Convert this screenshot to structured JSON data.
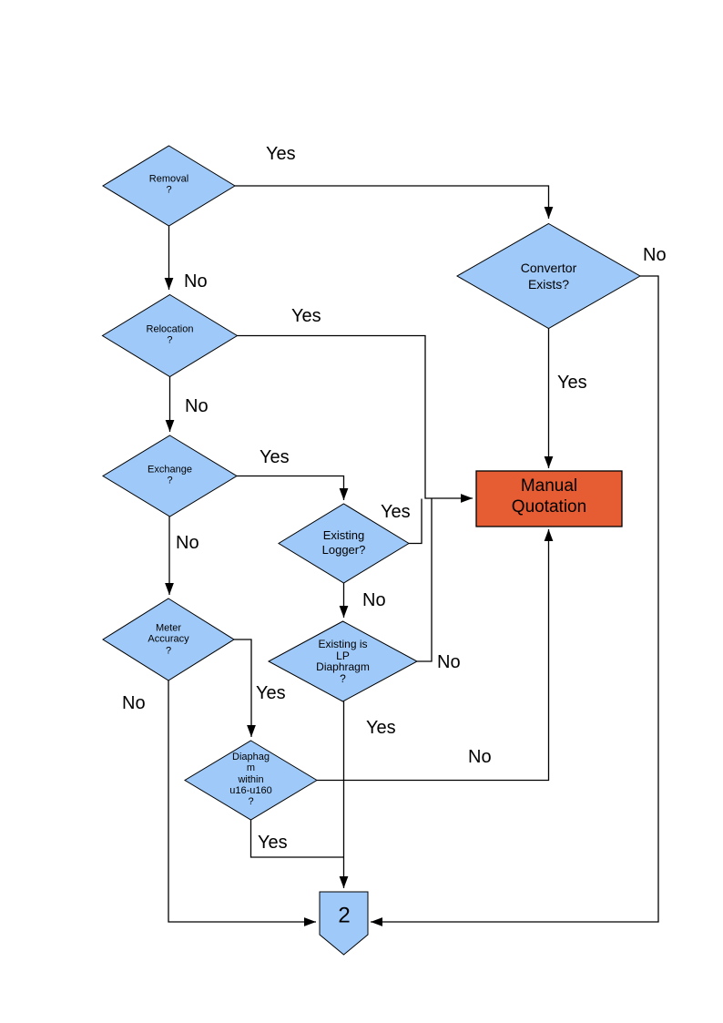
{
  "colors": {
    "node_fill": "#9fc9f8",
    "node_border": "#000000",
    "terminal_fill": "#e65c33",
    "line": "#000000",
    "label_text": "#000000"
  },
  "nodes": {
    "removal": {
      "label": "Removal\n?",
      "type": "decision"
    },
    "relocation": {
      "label": "Relocation\n?",
      "type": "decision"
    },
    "exchange": {
      "label": "Exchange\n?",
      "type": "decision"
    },
    "existing_logger": {
      "label": "Existing\nLogger?",
      "type": "decision"
    },
    "existing_lp_diaphragm": {
      "label": "Existing is\nLP\nDiaphragm\n?",
      "type": "decision"
    },
    "meter_accuracy": {
      "label": "Meter\nAccuracy\n?",
      "type": "decision"
    },
    "diaphagm_within": {
      "label": "Diaphag\nm\nwithin\nu16-u160\n?",
      "type": "decision"
    },
    "convertor_exists": {
      "label": "Convertor\nExists?",
      "type": "decision"
    },
    "manual_quotation": {
      "label": "Manual\nQuotation",
      "type": "process"
    },
    "offpage_connector": {
      "label": "2",
      "type": "offpage-connector"
    }
  },
  "edges": {
    "removal_yes": {
      "label": "Yes",
      "from": "removal",
      "to": "convertor_exists"
    },
    "removal_no": {
      "label": "No",
      "from": "removal",
      "to": "relocation"
    },
    "relocation_yes": {
      "label": "Yes",
      "from": "relocation",
      "to": "manual_quotation"
    },
    "relocation_no": {
      "label": "No",
      "from": "relocation",
      "to": "exchange"
    },
    "exchange_yes": {
      "label": "Yes",
      "from": "exchange",
      "to": "existing_logger"
    },
    "exchange_no": {
      "label": "No",
      "from": "exchange",
      "to": "meter_accuracy"
    },
    "logger_yes": {
      "label": "Yes",
      "from": "existing_logger",
      "to": "manual_quotation"
    },
    "logger_no": {
      "label": "No",
      "from": "existing_logger",
      "to": "existing_lp_diaphragm"
    },
    "lp_no": {
      "label": "No",
      "from": "existing_lp_diaphragm",
      "to": "manual_quotation"
    },
    "lp_yes": {
      "label": "Yes",
      "from": "existing_lp_diaphragm",
      "to": "offpage_connector"
    },
    "meter_yes": {
      "label": "Yes",
      "from": "meter_accuracy",
      "to": "diaphagm_within"
    },
    "meter_no": {
      "label": "No",
      "from": "meter_accuracy",
      "to": "offpage_connector"
    },
    "diaphagm_yes": {
      "label": "Yes",
      "from": "diaphagm_within",
      "to": "offpage_connector"
    },
    "diaphagm_no": {
      "label": "No",
      "from": "diaphagm_within",
      "to": "manual_quotation"
    },
    "convertor_yes": {
      "label": "Yes",
      "from": "convertor_exists",
      "to": "manual_quotation"
    },
    "convertor_no": {
      "label": "No",
      "from": "convertor_exists",
      "to": "offpage_connector"
    }
  }
}
